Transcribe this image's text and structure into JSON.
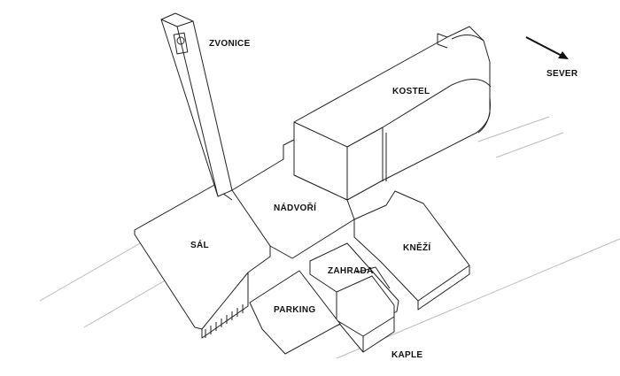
{
  "labels": {
    "zvonice": "ZVONICE",
    "kostel": "KOSTEL",
    "nadvori": "NÁDVOŘÍ",
    "sal": "SÁL",
    "knezi": "KNĚŽÍ",
    "zahrada": "ZAHRADA",
    "parking": "PARKING",
    "kaple": "KAPLE",
    "north": "SEVER"
  },
  "colors": {
    "line": "#222222",
    "road": "#bbbbbb",
    "background": "#ffffff"
  }
}
